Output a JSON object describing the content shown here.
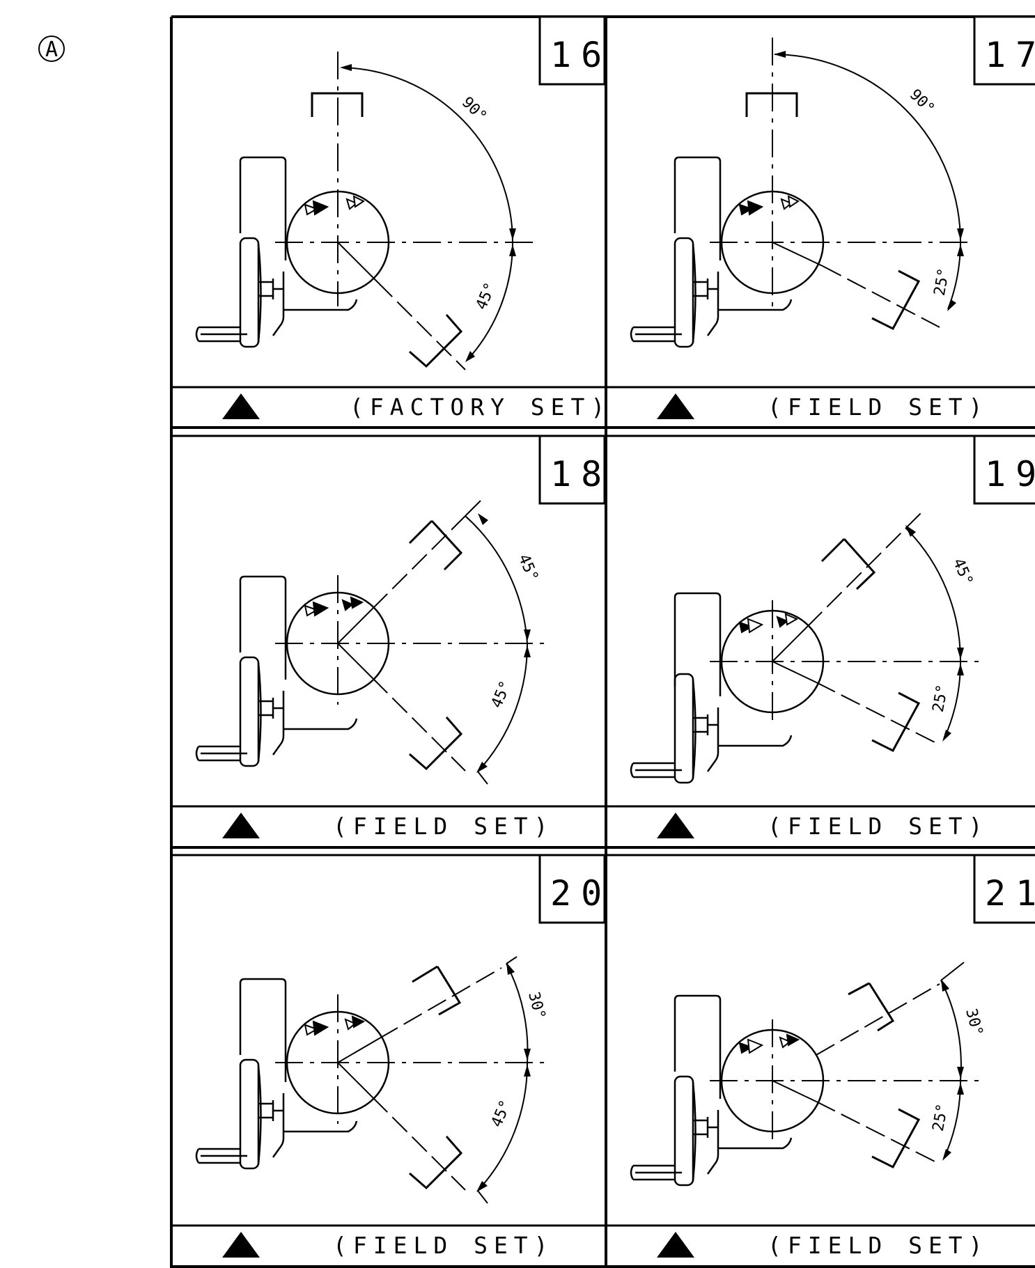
{
  "sheet_marker": "A",
  "panels": [
    {
      "number": "16",
      "caption": "(FACTORY SET)",
      "upper_angle": "90°",
      "lower_angle": "45°"
    },
    {
      "number": "17",
      "caption": "(FIELD SET)",
      "upper_angle": "90°",
      "lower_angle": "25°"
    },
    {
      "number": "18",
      "caption": "(FIELD SET)",
      "upper_angle": "45°",
      "lower_angle": "45°"
    },
    {
      "number": "19",
      "caption": "(FIELD SET)",
      "upper_angle": "45°",
      "lower_angle": "25°"
    },
    {
      "number": "20",
      "caption": "(FIELD SET)",
      "upper_angle": "30°",
      "lower_angle": "45°"
    },
    {
      "number": "21",
      "caption": "(FIELD SET)",
      "upper_angle": "30°",
      "lower_angle": "25°"
    }
  ]
}
